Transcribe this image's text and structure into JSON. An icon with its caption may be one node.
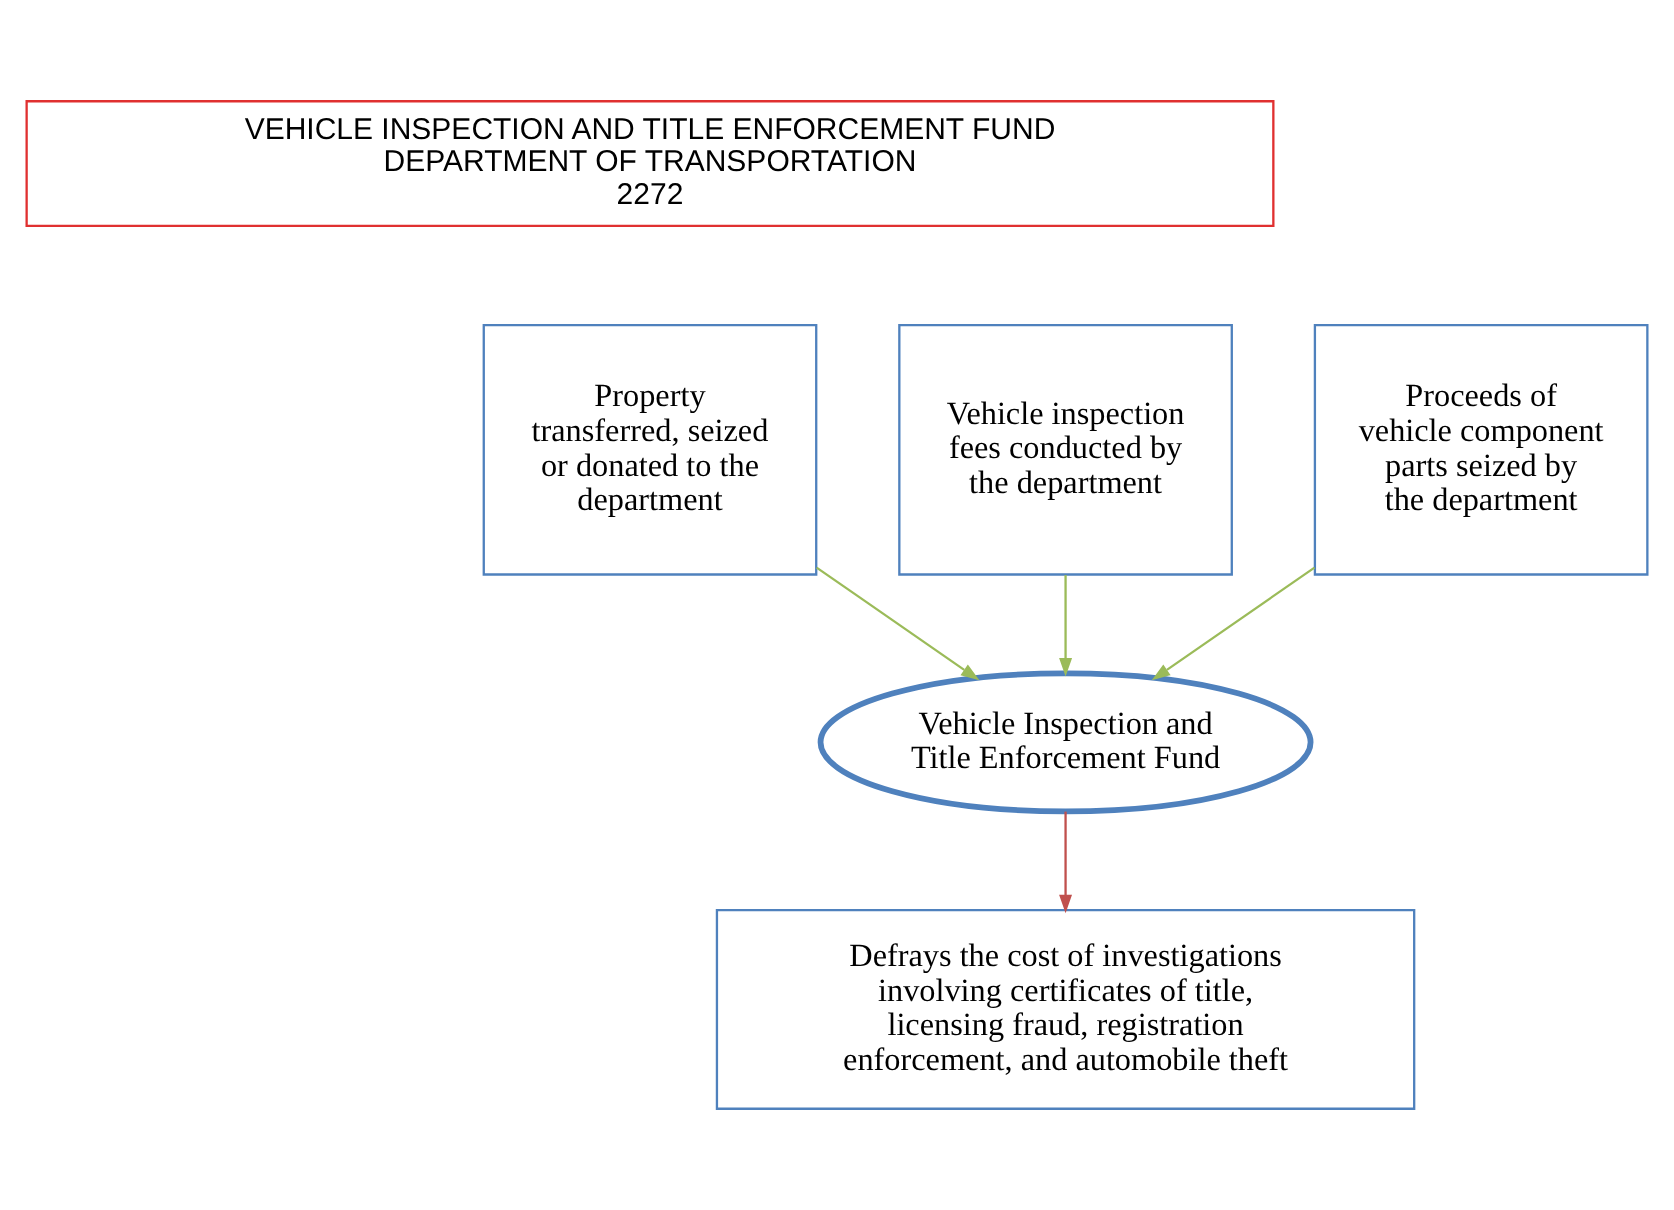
{
  "diagram": {
    "nodes": [
      {
        "text": [
          "VEHICLE INSPECTION AND TITLE ENFORCEMENT FUND",
          "DEPARTMENT OF TRANSPORTATION",
          "2272"
        ]
      },
      {
        "text": [
          "Vehicle inspection fees conducted by the department"
        ]
      },
      {
        "text": [
          "Property transferred, seized or donated to the department"
        ]
      },
      {
        "text": [
          "Proceeds of vehicle component parts seized by the department"
        ]
      },
      {
        "text": [
          "Vehicle Inspection and Title Enforcement Fund"
        ]
      },
      {
        "text": [
          "Defrays the cost of investigations involving certificates of title, licensing fraud, registration enforcement, and automobile theft"
        ]
      }
    ],
    "edges": [
      {
        "from": 1,
        "to": 4,
        "arrow": "to"
      },
      {
        "from": 2,
        "to": 4,
        "arrow": "to"
      },
      {
        "from": 3,
        "to": 4,
        "arrow": "to"
      },
      {
        "from": 4,
        "to": 5,
        "arrow": "to",
        "color": "#c0504d"
      }
    ]
  }
}
